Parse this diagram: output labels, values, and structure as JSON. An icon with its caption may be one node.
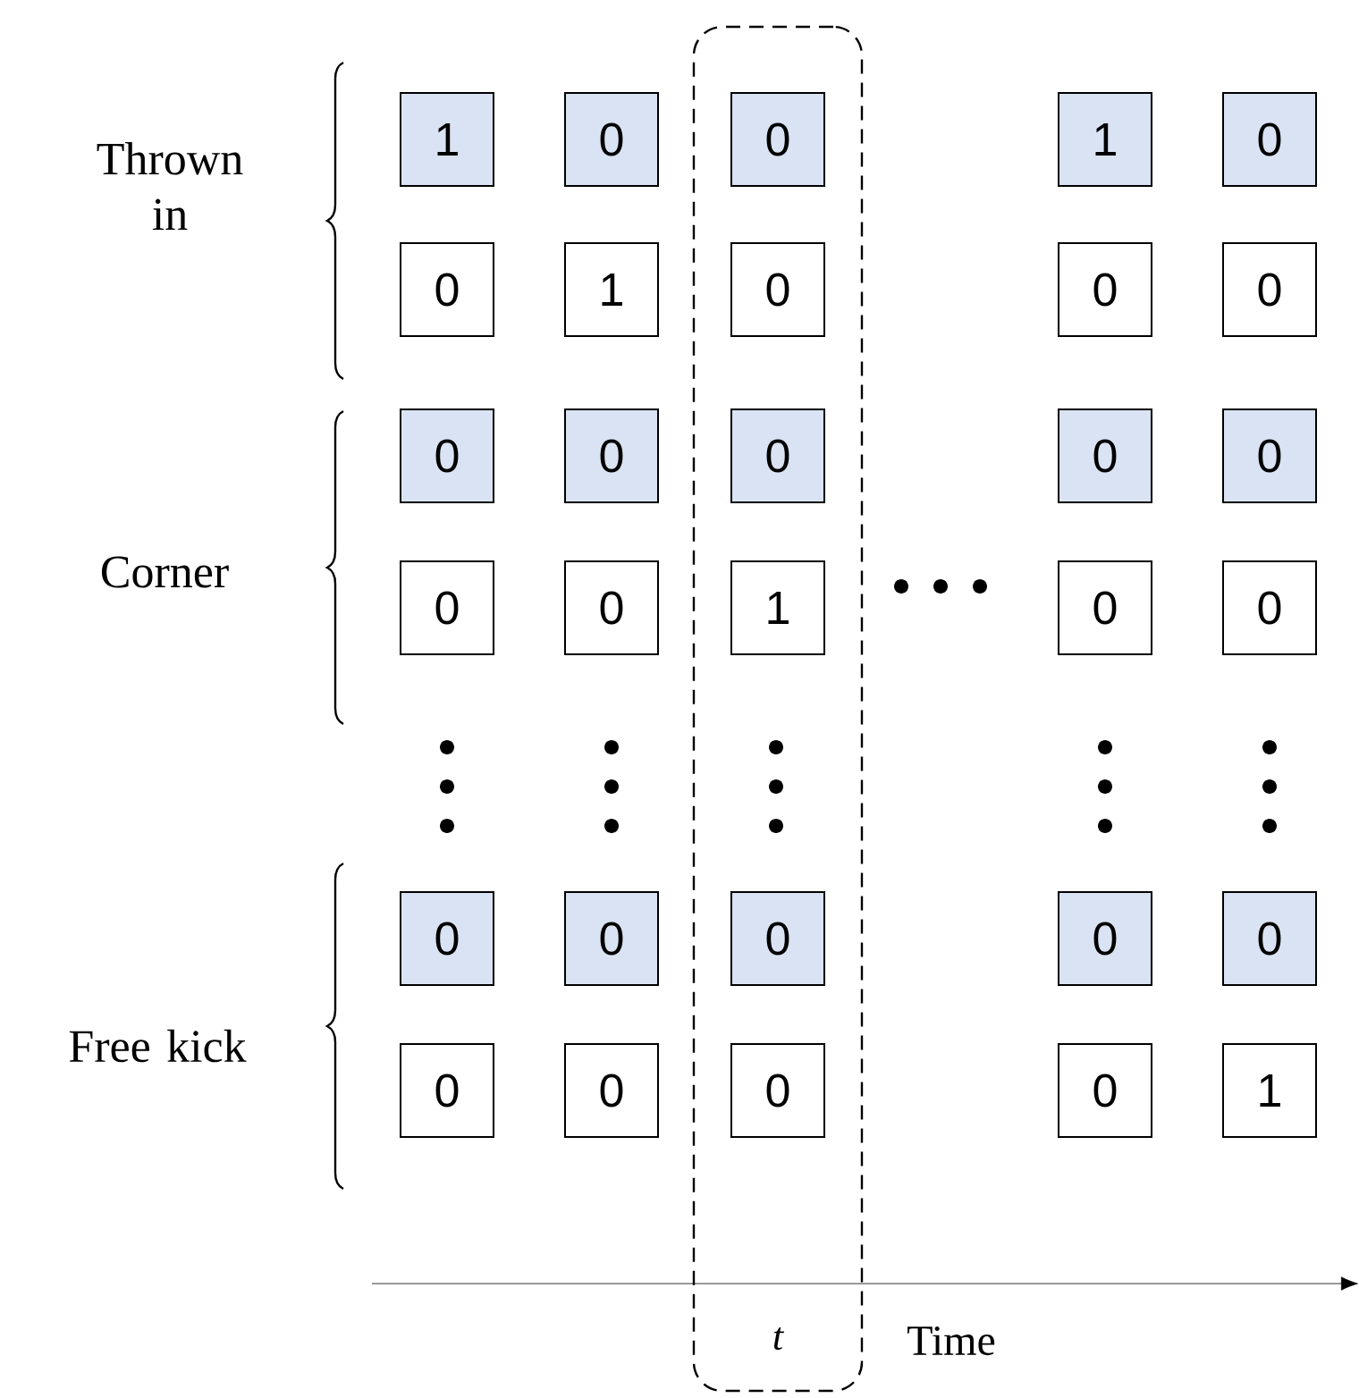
{
  "diagram": {
    "nodes": [
      {
        "text": [
          "t"
        ]
      },
      {
        "text": [
          "1"
        ]
      },
      {
        "text": [
          "0"
        ]
      },
      {
        "text": [
          "0"
        ],
        "in": 0
      },
      {
        "text": [
          "1"
        ]
      },
      {
        "text": [
          "0"
        ]
      },
      {
        "text": [
          "0"
        ]
      },
      {
        "text": [
          "1"
        ]
      },
      {
        "text": [
          "0"
        ],
        "in": 0
      },
      {
        "text": [
          "0"
        ]
      },
      {
        "text": [
          "0"
        ]
      },
      {
        "text": [
          "0"
        ]
      },
      {
        "text": [
          "0"
        ]
      },
      {
        "text": [
          "0"
        ],
        "in": 0
      },
      {
        "text": [
          "0"
        ]
      },
      {
        "text": [
          "0"
        ]
      },
      {
        "text": [
          "0"
        ]
      },
      {
        "text": [
          "0"
        ]
      },
      {
        "text": [
          "1"
        ],
        "in": 0
      },
      {
        "text": [
          "0"
        ]
      },
      {
        "text": [
          "0"
        ]
      },
      {
        "text": [
          "0"
        ]
      },
      {
        "text": [
          "0"
        ]
      },
      {
        "text": [
          "0"
        ],
        "in": 0
      },
      {
        "text": [
          "0"
        ]
      },
      {
        "text": [
          "0"
        ]
      },
      {
        "text": [
          "0"
        ]
      },
      {
        "text": [
          "0"
        ]
      },
      {
        "text": [
          "0"
        ],
        "in": 0
      },
      {
        "text": [
          "0"
        ]
      },
      {
        "text": [
          "1"
        ]
      }
    ],
    "labels": [
      "Thrown in",
      "Corner",
      "Free kick",
      "Time"
    ]
  }
}
